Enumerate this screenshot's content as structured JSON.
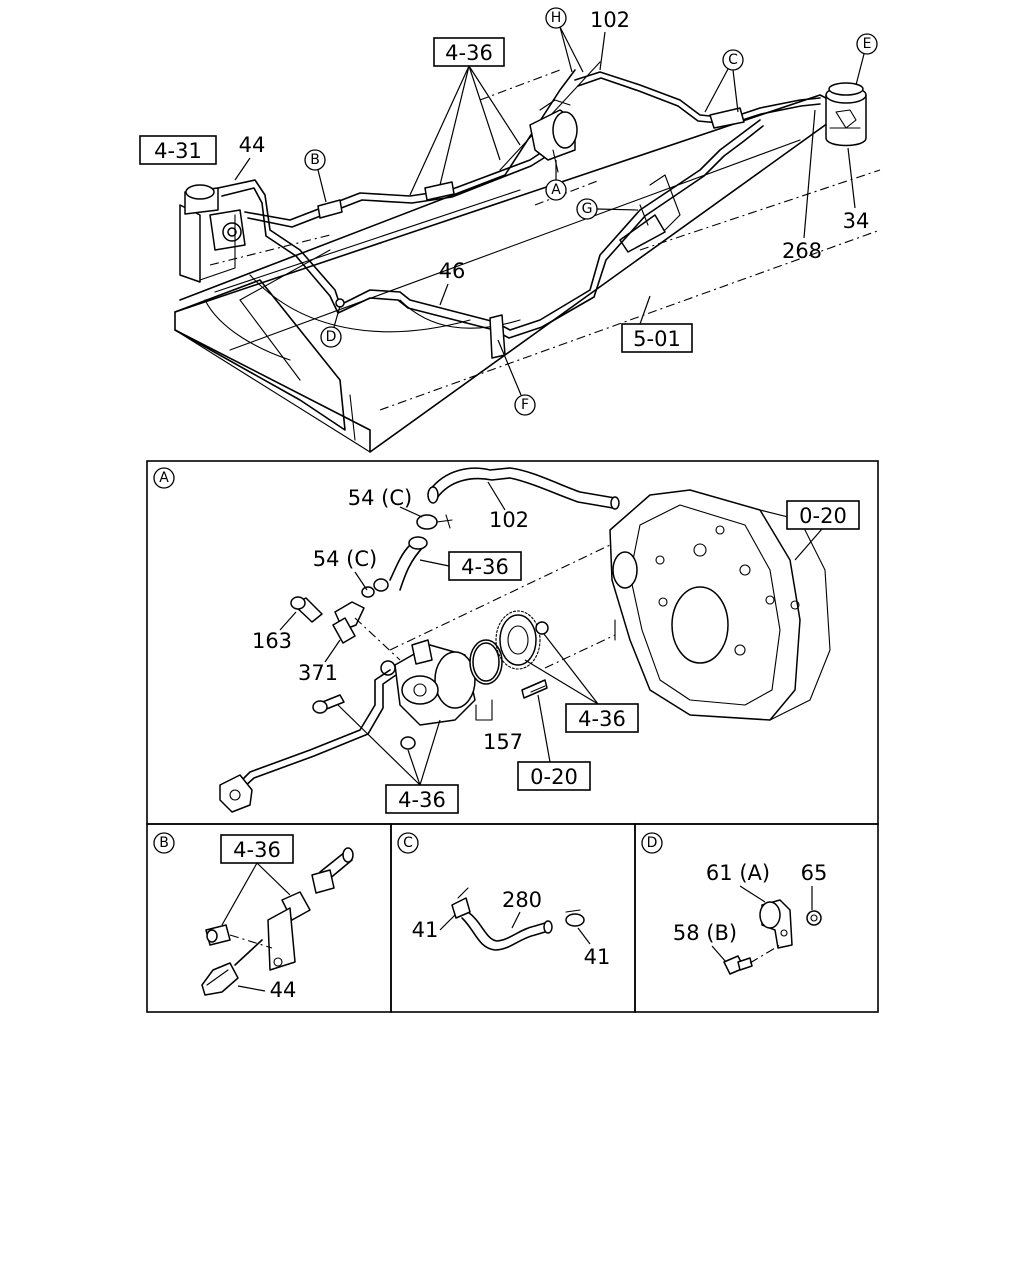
{
  "overview": {
    "callouts": {
      "c1": "4-36",
      "c2": "4-31",
      "c3": "44",
      "c4": "102",
      "c5": "46",
      "c6": "5-01",
      "c7": "34",
      "c8": "268"
    },
    "markers": {
      "m1": "H",
      "m2": "C",
      "m3": "E",
      "m4": "B",
      "m5": "A",
      "m6": "G",
      "m7": "D",
      "m8": "F"
    }
  },
  "detail_a": {
    "marker": "A",
    "callouts": {
      "c1": "54 (C)",
      "c2": "102",
      "c3": "0-20",
      "c4": "54 (C)",
      "c5": "4-36",
      "c6": "163",
      "c7": "371",
      "c8": "4-36",
      "c9": "157",
      "c10": "0-20",
      "c11": "4-36"
    }
  },
  "detail_b": {
    "marker": "B",
    "callouts": {
      "c1": "4-36",
      "c2": "44"
    }
  },
  "detail_c": {
    "marker": "C",
    "callouts": {
      "c1": "280",
      "c2": "41",
      "c3": "41"
    }
  },
  "detail_d": {
    "marker": "D",
    "callouts": {
      "c1": "61 (A)",
      "c2": "65",
      "c3": "58 (B)"
    }
  }
}
